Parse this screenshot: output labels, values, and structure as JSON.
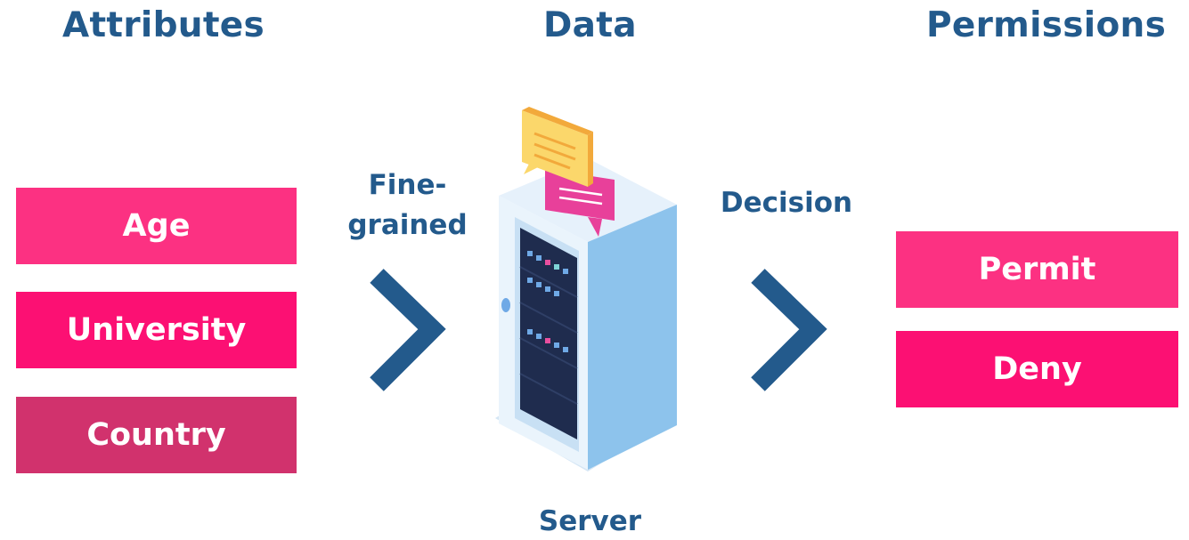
{
  "headings": {
    "attributes": "Attributes",
    "data": "Data",
    "permissions": "Permissions"
  },
  "attributes": [
    {
      "label": "Age",
      "color": "#fc3182"
    },
    {
      "label": "University",
      "color": "#fc1073"
    },
    {
      "label": "Country",
      "color": "#d1326d"
    }
  ],
  "permissions": [
    {
      "label": "Permit",
      "color": "#fc3182"
    },
    {
      "label": "Deny",
      "color": "#fc1073"
    }
  ],
  "flow_labels": {
    "fine_grained_line1": "Fine-",
    "fine_grained_line2": "grained",
    "decision": "Decision",
    "server": "Server"
  },
  "colors": {
    "heading": "#235a8c",
    "arrow": "#235a8c"
  },
  "icons": [
    "chevron-right-icon",
    "server-rack-icon",
    "chat-bubble-icon"
  ]
}
